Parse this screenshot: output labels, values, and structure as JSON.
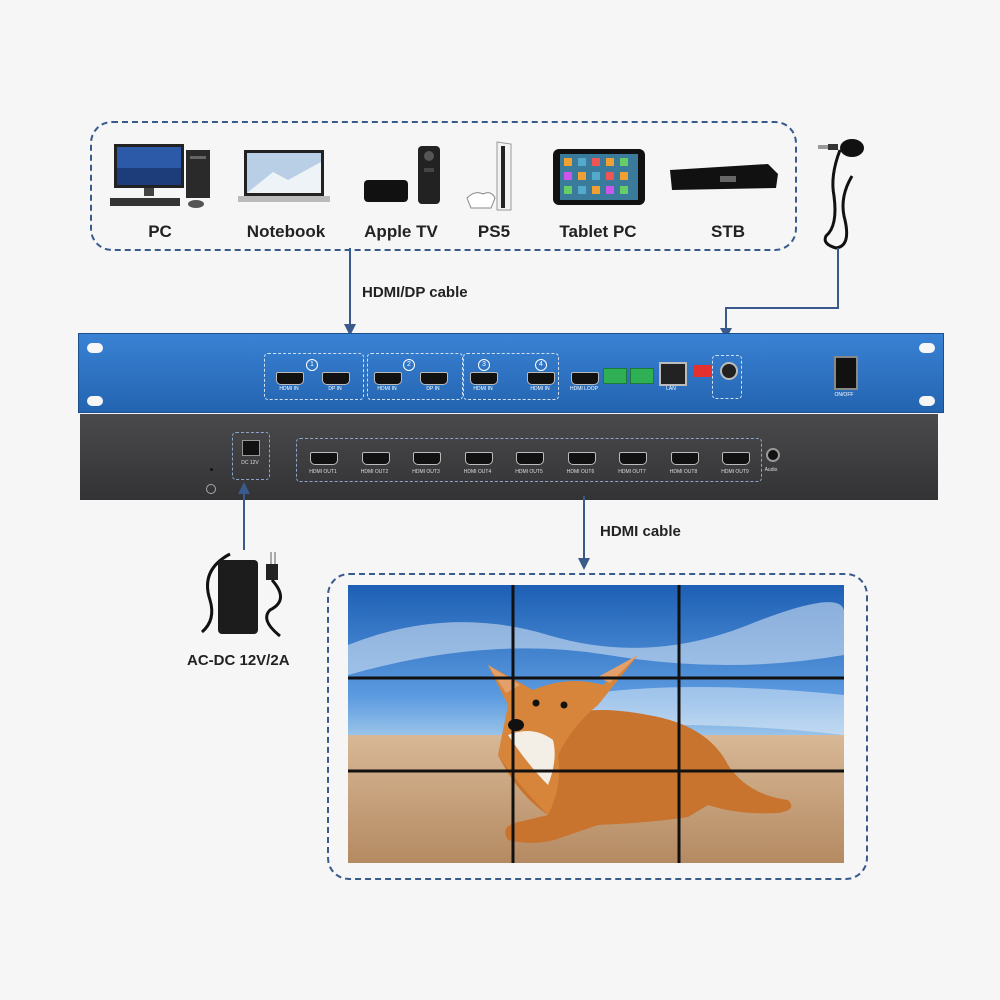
{
  "sources": [
    {
      "label": "PC",
      "icon": "pc-icon"
    },
    {
      "label": "Notebook",
      "icon": "notebook-icon"
    },
    {
      "label": "Apple TV",
      "icon": "apple-tv-icon"
    },
    {
      "label": "PS5",
      "icon": "ps5-icon"
    },
    {
      "label": "Tablet PC",
      "icon": "tablet-icon"
    },
    {
      "label": "STB",
      "icon": "stb-icon"
    }
  ],
  "cables": {
    "input": "HDMI/DP cable",
    "output": "HDMI cable"
  },
  "power": {
    "label": "AC-DC 12V/2A",
    "jack_label": "DC 12V"
  },
  "front_panel": {
    "inputs": [
      {
        "num": "1",
        "ports": [
          "HDMI IN",
          "DP IN"
        ]
      },
      {
        "num": "2",
        "ports": [
          "HDMI IN",
          "DP IN"
        ]
      },
      {
        "num": "3",
        "ports": [
          "HDMI IN"
        ]
      },
      {
        "num": "4",
        "ports": [
          "HDMI IN"
        ]
      }
    ],
    "loop": "HDMI LOOP",
    "lan": "LAN",
    "switch_label": "ON/OFF"
  },
  "rear_panel": {
    "outputs": [
      "HDMI OUT1",
      "HDMI OUT2",
      "HDMI OUT3",
      "HDMI OUT4",
      "HDMI OUT5",
      "HDMI OUT6",
      "HDMI OUT7",
      "HDMI OUT8",
      "HDMI OUT9"
    ],
    "audio": "Audio"
  },
  "colors": {
    "panel_blue": "#2a6fc0",
    "dash": "#3a5a8c",
    "chassis": "#3a3a3c"
  }
}
